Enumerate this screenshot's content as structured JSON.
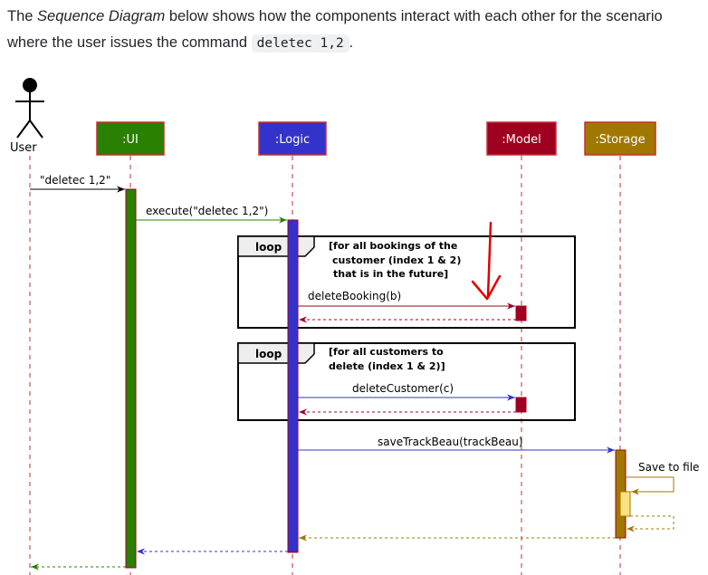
{
  "intro": {
    "text_before": "The ",
    "emphasis": "Sequence Diagram",
    "text_middle": " below shows how the components interact with each other for the scenario where the user issues the command ",
    "command": "deletec 1,2",
    "text_after": "."
  },
  "diagram": {
    "actor": "User",
    "participants": {
      "ui": ":UI",
      "logic": ":Logic",
      "model": ":Model",
      "storage": ":Storage"
    },
    "colors": {
      "ui": "#2a8000",
      "logic": "#3333cc",
      "model": "#a00020",
      "storage": "#a07800",
      "activation_light": "#ffe080",
      "annotation": "#e00000"
    },
    "messages": {
      "user_command": "\"deletec 1,2\"",
      "execute": "execute(\"deletec 1,2\")",
      "delete_booking": "deleteBooking(b)",
      "delete_customer": "deleteCustomer(c)",
      "save": "saveTrackBeau(trackBeau)",
      "save_to_file": "Save to file"
    },
    "loops": [
      {
        "keyword": "loop",
        "guard_lines": [
          "[for all bookings of the",
          "customer (index 1 & 2)",
          "that is in the future]"
        ]
      },
      {
        "keyword": "loop",
        "guard_lines": [
          "[for all customers to",
          "delete (index 1 & 2)]"
        ]
      }
    ]
  }
}
